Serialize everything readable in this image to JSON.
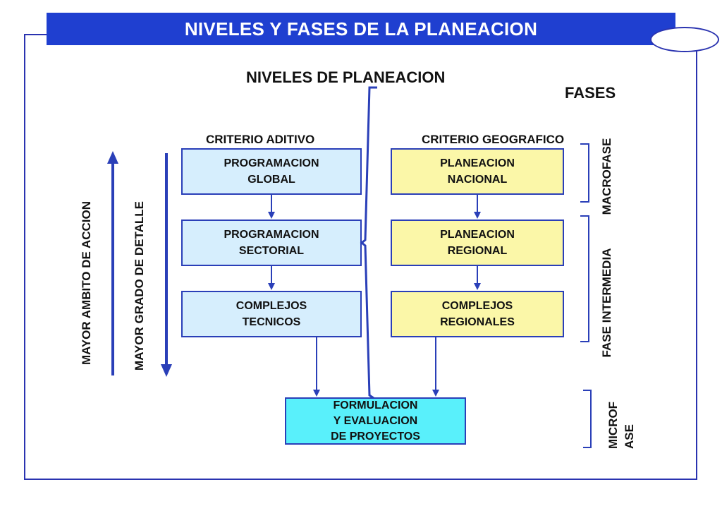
{
  "title": "NIVELES Y FASES DE LA PLANEACION",
  "niveles_heading": "NIVELES DE PLANEACION",
  "fases_heading": "FASES",
  "criterio_aditivo": "CRITERIO ADITIVO",
  "criterio_geografico": "CRITERIO GEOGRAFICO",
  "left_column": [
    "PROGRAMACION\nGLOBAL",
    "PROGRAMACION\nSECTORIAL",
    "COMPLEJOS\nTECNICOS"
  ],
  "right_column": [
    "PLANEACION\nNACIONAL",
    "PLANEACION\nREGIONAL",
    "COMPLEJOS\nREGIONALES"
  ],
  "bottom_box": "FORMULACION\nY EVALUACION\nDE PROYECTOS",
  "axis_labels": {
    "ambito": "MAYOR AMBITO DE ACCION",
    "detalle": "MAYOR GRADO DE DETALLE"
  },
  "phases": {
    "macrofase": "MACROFASE",
    "intermedia": "FASE INTERMEDIA",
    "microfase": "MICROF\nASE"
  },
  "colors": {
    "banner": "#1f3fd0",
    "arrow": "#2a3fb8",
    "box_blue": "#d6eefd",
    "box_yellow": "#fbf7a8",
    "box_cyan": "#59f0fb"
  }
}
